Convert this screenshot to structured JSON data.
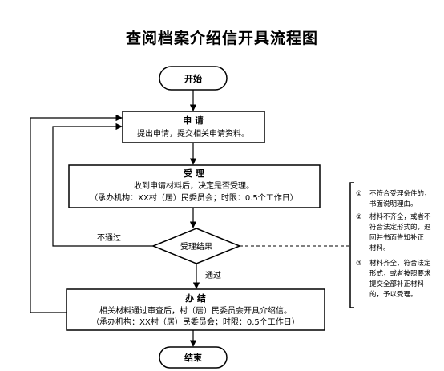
{
  "title": "查阅档案介绍信开具流程图",
  "nodes": {
    "start": "开始",
    "apply": {
      "title": "申  请",
      "desc": "提出申请，提交相关申请资料。"
    },
    "accept": {
      "title": "受  理",
      "desc": "收到申请材料后，决定是否受理。",
      "note": "（承办机构：XX村（居）民委员会；时限：0.5个工作日）"
    },
    "decision": "受理结果",
    "handle": {
      "title": "办  结",
      "desc": "相关材料通过审查后，村（居）民委员会开具介绍信。",
      "note": "（承办机构：XX村（居）民委员会；时限：0.5个工作日）"
    },
    "end": "结束"
  },
  "edge_labels": {
    "reject": "不通过",
    "pass": "通过"
  },
  "side_notes": [
    {
      "marker": "①",
      "lines": [
        "不符合受理条件的，",
        "书面说明理由。"
      ]
    },
    {
      "marker": "②",
      "lines": [
        "材料不齐全，或者不",
        "符合法定形式的，退",
        "回并书面告知补正",
        "材料。"
      ]
    },
    {
      "marker": "③",
      "lines": [
        "材料齐全，符合法定",
        "形式，或者按照要求",
        "提交全部补正材料",
        "的，予以受理。"
      ]
    }
  ]
}
